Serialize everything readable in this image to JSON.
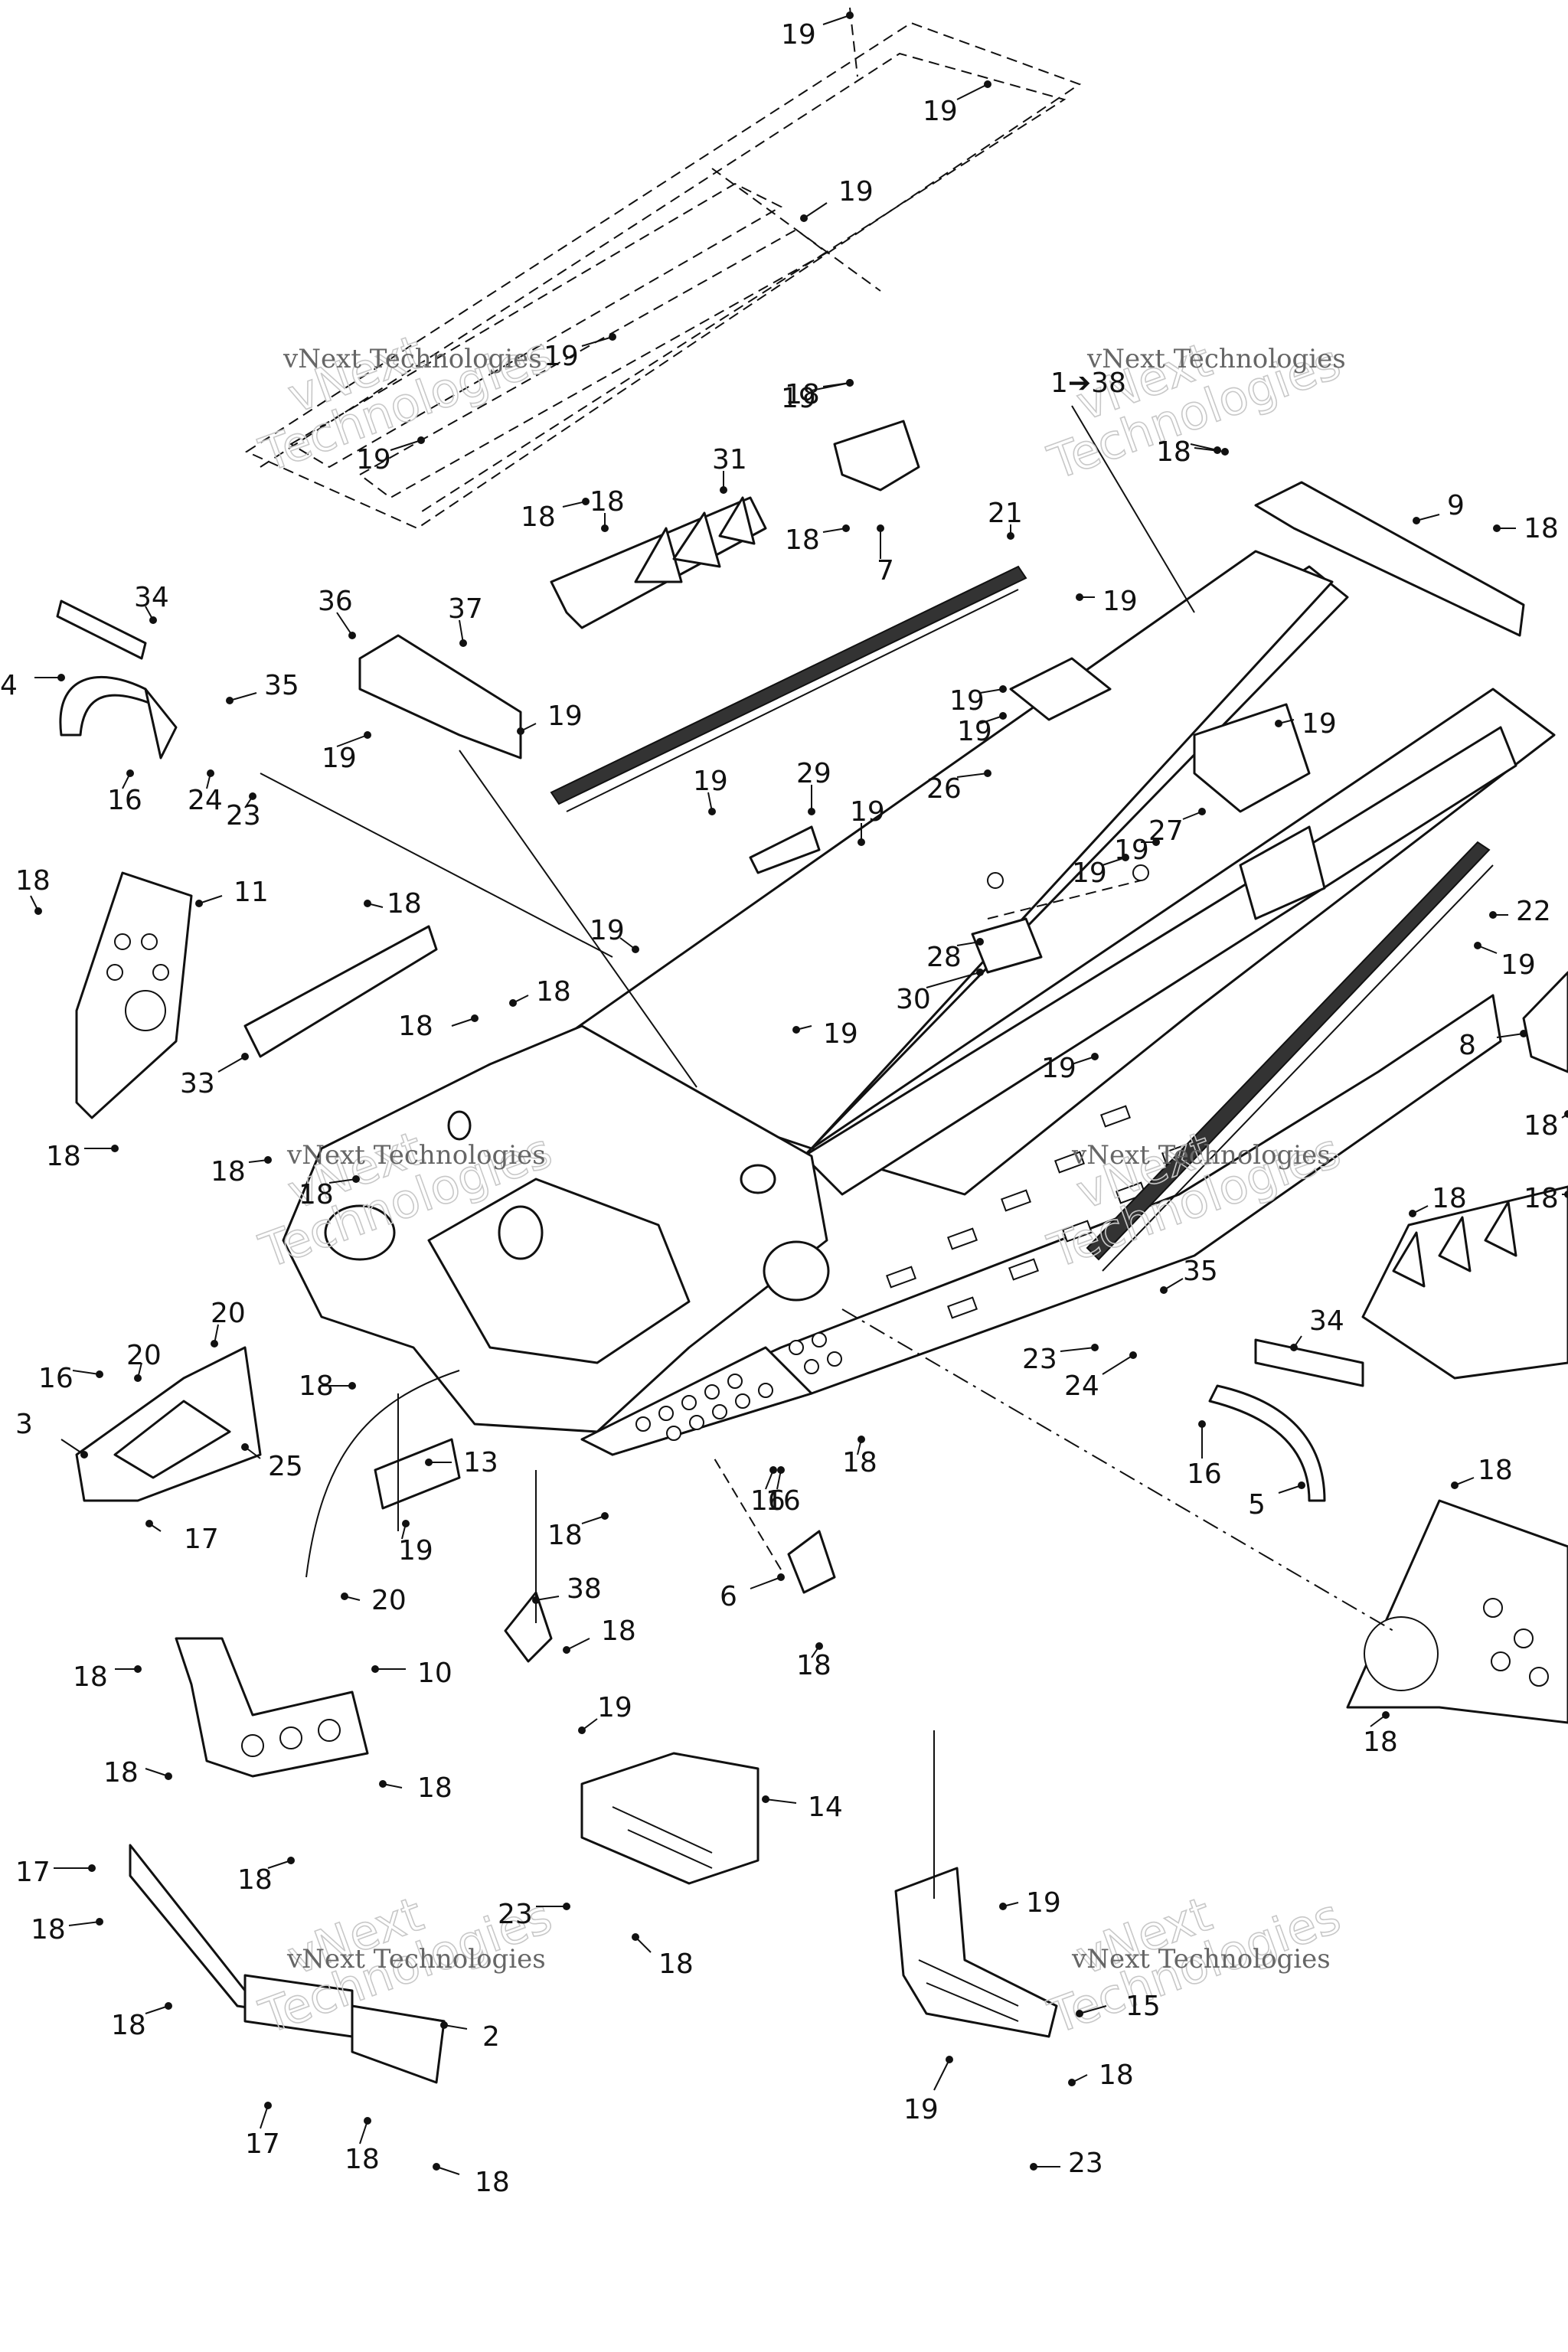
{
  "diagram": {
    "watermarks": [
      {
        "line1": "vNext",
        "line2": "Technologies",
        "small": "vNext Technologies"
      },
      {
        "line1": "vNext",
        "line2": "Technologies",
        "small": "vNext Technologies"
      },
      {
        "line1": "vNext",
        "line2": "Technologies",
        "small": "vNext Technologies"
      },
      {
        "line1": "vNext",
        "line2": "Technologies",
        "small": "vNext Technologies"
      },
      {
        "line1": "vNext",
        "line2": "Technologies",
        "small": "vNext Technologies"
      },
      {
        "line1": "vNext",
        "line2": "Technologies",
        "small": "vNext Technologies"
      }
    ],
    "range_label": "1➔38",
    "callouts": [
      "19",
      "19",
      "19",
      "19",
      "19",
      "19",
      "18",
      "18",
      "18",
      "18",
      "18",
      "31",
      "7",
      "21",
      "18",
      "9",
      "18",
      "34",
      "4",
      "35",
      "16",
      "24",
      "23",
      "36",
      "37",
      "19",
      "19",
      "19",
      "19",
      "19",
      "26",
      "19",
      "19",
      "27",
      "19",
      "29",
      "19",
      "19",
      "28",
      "30",
      "18",
      "11",
      "18",
      "18",
      "33",
      "18",
      "18",
      "18",
      "18",
      "19",
      "19",
      "19",
      "22",
      "19",
      "8",
      "18",
      "18",
      "18",
      "35",
      "34",
      "23",
      "24",
      "16",
      "5",
      "16",
      "20",
      "20",
      "16",
      "3",
      "25",
      "17",
      "18",
      "13",
      "19",
      "18",
      "16",
      "18",
      "6",
      "18",
      "38",
      "18",
      "20",
      "18",
      "10",
      "18",
      "18",
      "18",
      "19",
      "14",
      "23",
      "18",
      "17",
      "18",
      "18",
      "2",
      "17",
      "18",
      "18",
      "19",
      "15",
      "19",
      "18",
      "23",
      "18",
      "18"
    ]
  }
}
